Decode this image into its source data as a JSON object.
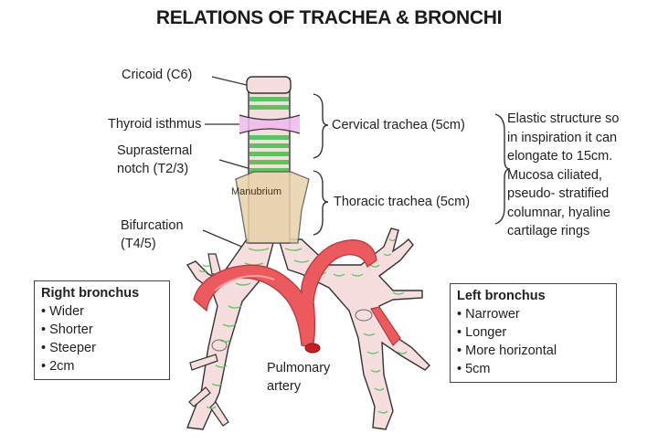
{
  "title": "RELATIONS OF TRACHEA & BRONCHI",
  "labels": {
    "cricoid": "Cricoid (C6)",
    "thyroid_isthmus": "Thyroid isthmus",
    "suprasternal_line1": "Suprasternal",
    "suprasternal_line2": "notch (T2/3)",
    "manubrium": "Manubrium",
    "bifurcation_line1": "Bifurcation",
    "bifurcation_line2": "(T4/5)",
    "cervical_trachea": "Cervical trachea (5cm)",
    "thoracic_trachea": "Thoracic trachea (5cm)",
    "pulmonary_line1": "Pulmonary",
    "pulmonary_line2": "artery"
  },
  "note_lines": [
    "Elastic structure so",
    "in inspiration it can",
    "elongate to 15cm.",
    "Mucosa ciliated,",
    "pseudo- stratified",
    "columnar, hyaline",
    "cartilage rings"
  ],
  "right_bronchus": {
    "heading": "Right bronchus",
    "items": [
      "Wider",
      "Shorter",
      "Steeper",
      "2cm"
    ]
  },
  "left_bronchus": {
    "heading": "Left bronchus",
    "items": [
      "Narrower",
      "Longer",
      "More horizontal",
      "5cm"
    ]
  },
  "colors": {
    "cartilage_green": "#5cc45c",
    "airway_pink": "#f7dede",
    "thyroid_pink": "#f0b8ee",
    "manubrium_tan": "#e8d2aa",
    "artery_red": "#ec5a5e"
  }
}
